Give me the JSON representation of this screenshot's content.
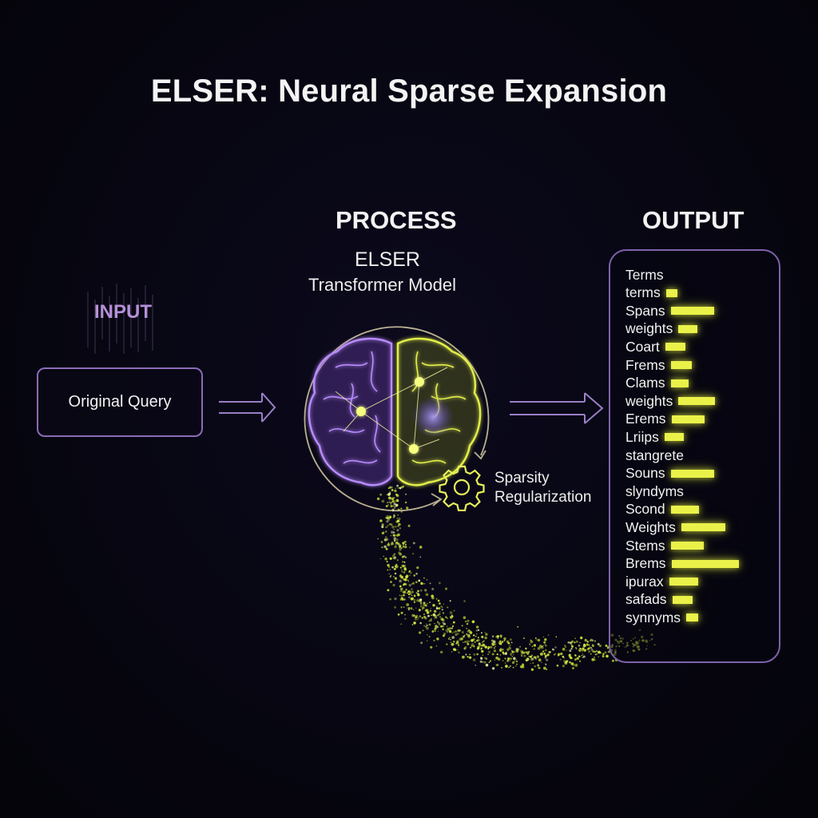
{
  "title": "ELSER: Neural Sparse Expansion",
  "input": {
    "header": "INPUT",
    "query_label": "Original Query"
  },
  "process": {
    "header": "PROCESS",
    "model_name": "ELSER",
    "model_type": "Transformer Model",
    "regularization_line1": "Sparsity",
    "regularization_line2": "Regularization",
    "icons": [
      "brain-icon",
      "gear-icon",
      "cycle-arrow-icon"
    ]
  },
  "output": {
    "header": "OUTPUT",
    "terms": [
      {
        "label": "Terms",
        "weight": 0
      },
      {
        "label": "terms",
        "weight": 0.17
      },
      {
        "label": "Spans",
        "weight": 0.64
      },
      {
        "label": "weights",
        "weight": 0.29
      },
      {
        "label": "Coart",
        "weight": 0.3
      },
      {
        "label": "Frems",
        "weight": 0.31
      },
      {
        "label": "Clams",
        "weight": 0.26
      },
      {
        "label": "weights",
        "weight": 0.55
      },
      {
        "label": "Erems",
        "weight": 0.49
      },
      {
        "label": "Lriips",
        "weight": 0.29
      },
      {
        "label": "stangrete",
        "weight": 0
      },
      {
        "label": "Souns",
        "weight": 0.64
      },
      {
        "label": "slyndyms",
        "weight": 0
      },
      {
        "label": "Scond",
        "weight": 0.42
      },
      {
        "label": "Weights",
        "weight": 0.65
      },
      {
        "label": "Stems",
        "weight": 0.49
      },
      {
        "label": "Brems",
        "weight": 1.0
      },
      {
        "label": "ipurax",
        "weight": 0.43
      },
      {
        "label": "safads",
        "weight": 0.3
      },
      {
        "label": "synnyms",
        "weight": 0.18
      }
    ]
  },
  "colors": {
    "background": "#06050f",
    "purple": "#a57ee0",
    "lime": "#e6f24a",
    "text": "#f2f2f2",
    "input_header": "#b590d8"
  }
}
